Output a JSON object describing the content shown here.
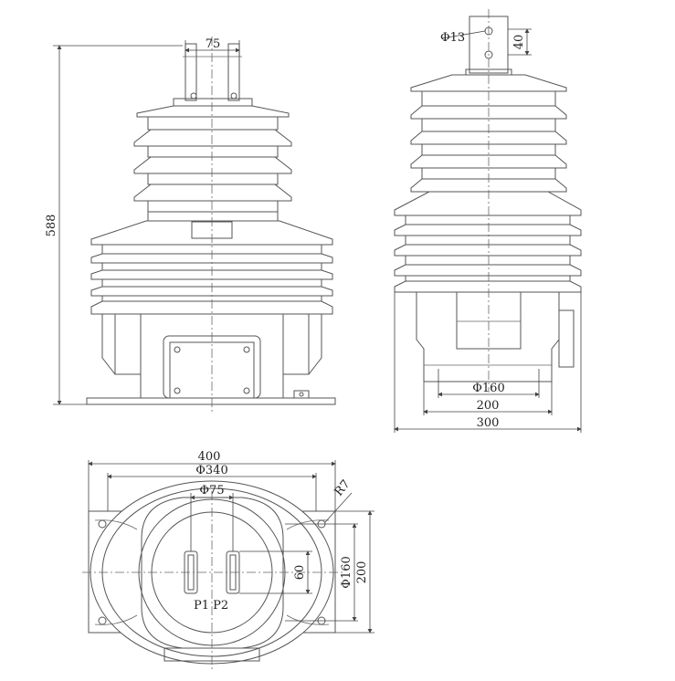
{
  "labels": {
    "top_width": "75",
    "height": "588",
    "phi13": "Φ13",
    "top40": "40",
    "d160_side": "Φ160",
    "w200_side": "200",
    "w300": "300",
    "w400": "400",
    "d340": "Φ340",
    "d75": "Φ75",
    "r7": "R7",
    "h60": "60",
    "d160_plan": "Φ160",
    "h200": "200",
    "p1p2": "P1 P2"
  }
}
